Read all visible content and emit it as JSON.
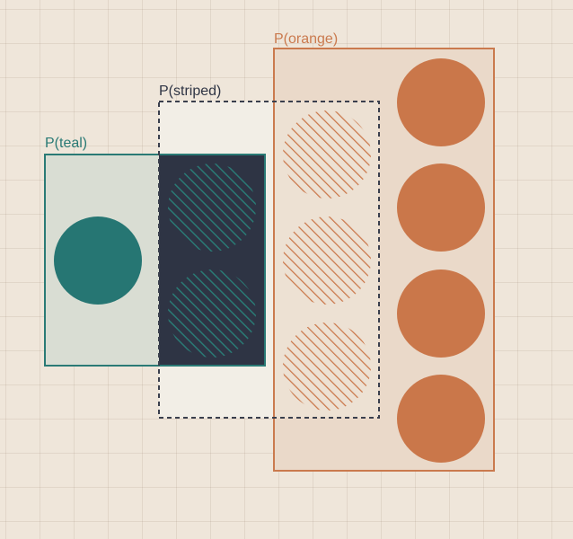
{
  "sets": {
    "teal": {
      "label": "P(teal)",
      "color": "#2A7A75",
      "fill": "#D9DDD3"
    },
    "striped": {
      "label": "P(striped)",
      "color": "#2E3444",
      "fill": "#F2EEE6",
      "border_style": "dashed"
    },
    "orange": {
      "label": "P(orange)",
      "color": "#CA7A4E",
      "fill": "#EAD9C9"
    },
    "intersection_teal_striped": {
      "fill": "#2E3444"
    }
  },
  "items": {
    "solid_teal_circles": 1,
    "striped_teal_circles": 2,
    "striped_orange_circles": 3,
    "solid_orange_circles": 4
  },
  "colors": {
    "background": "#EFE6DA",
    "teal": "#267673",
    "orange": "#CA774A",
    "dark": "#2E3444"
  }
}
